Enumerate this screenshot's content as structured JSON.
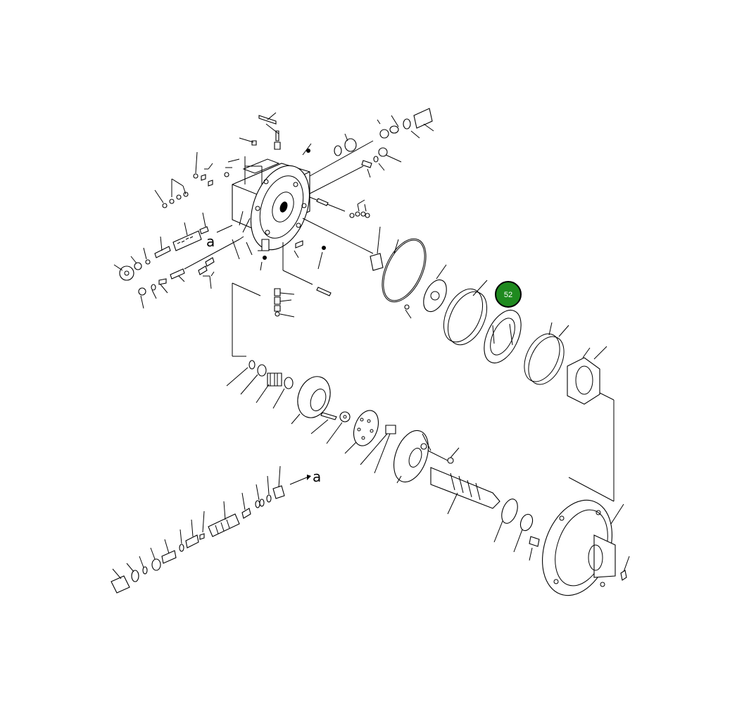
{
  "diagram": {
    "ref_labels": [
      "a",
      "a"
    ],
    "hotspot": {
      "label": "52",
      "color": "#1f8a1f",
      "ring_color": "#000000",
      "text_color": "#ffffff"
    }
  }
}
